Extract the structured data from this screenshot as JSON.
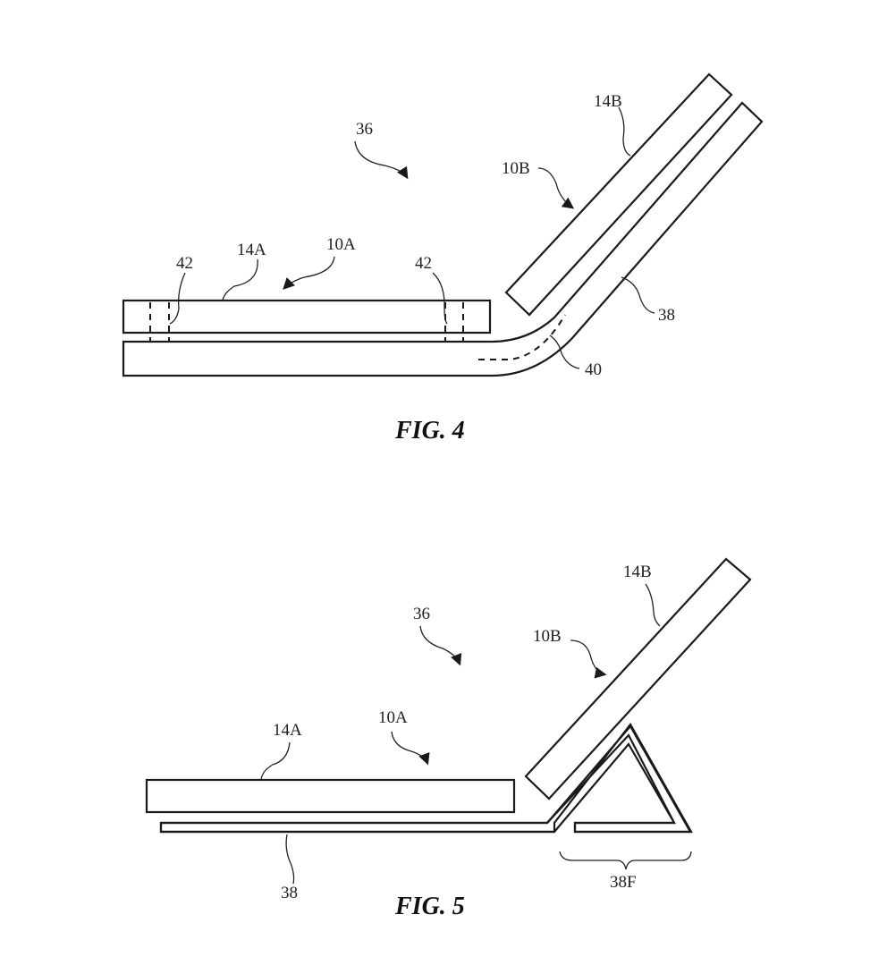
{
  "figures": [
    {
      "caption": "FIG. 4",
      "labels": {
        "system": "36",
        "device_a": "10A",
        "display_a": "14A",
        "device_b": "10B",
        "display_b": "14B",
        "cover": "38",
        "fold_region": "40",
        "magnet_left": "42",
        "magnet_right": "42"
      }
    },
    {
      "caption": "FIG. 5",
      "labels": {
        "system": "36",
        "device_a": "10A",
        "display_a": "14A",
        "device_b": "10B",
        "display_b": "14B",
        "cover": "38",
        "stand_flap": "38F"
      }
    }
  ],
  "colors": {
    "ink": "#1a1a1a",
    "background": "#ffffff"
  }
}
